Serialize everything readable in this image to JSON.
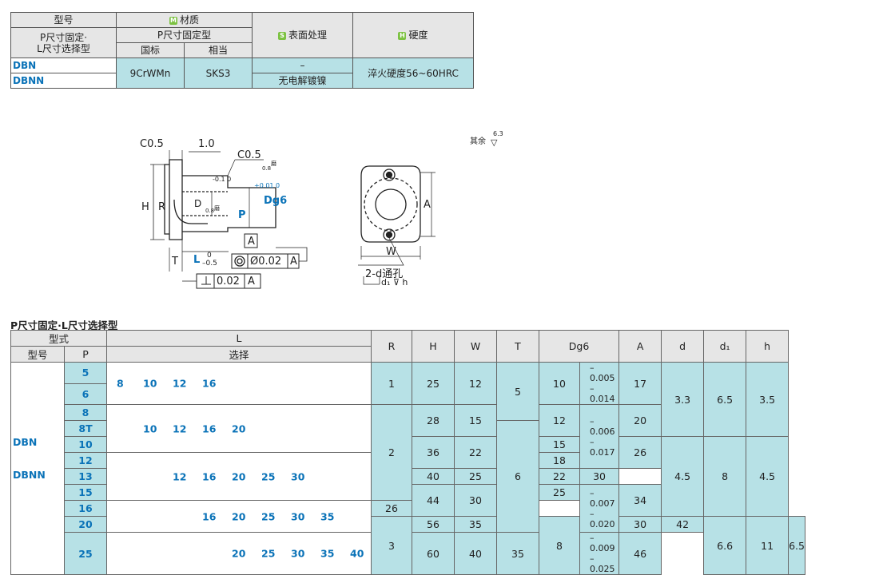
{
  "material_table": {
    "h_model": "型号",
    "h_model_sub1": "P尺寸固定·",
    "h_model_sub2": "L尺寸选择型",
    "h_material": "材质",
    "h_material_badge": "M",
    "h_ptype": "P尺寸固定型",
    "h_gb": "国标",
    "h_equiv": "相当",
    "h_surface": "表面处理",
    "h_surface_badge": "S",
    "h_hardness": "硬度",
    "h_hardness_badge": "H",
    "row1_model": "DBN",
    "row2_model": "DBNN",
    "gb_val": "9CrWMn",
    "equiv_val": "SKS3",
    "surface_row1": "–",
    "surface_row2": "无电解镀镍",
    "hardness_val": "淬火硬度56~60HRC"
  },
  "drawing": {
    "c05_left": "C0.5",
    "dim_10": "1.0",
    "c05_right": "C0.5",
    "label_H": "H",
    "label_R": "R",
    "label_D": "D",
    "label_D_tol": "-0.1 0",
    "label_P": "P",
    "label_P_tol": "+0.01 0",
    "label_Dg6": "Dg6",
    "label_A_box": "A",
    "label_T": "T",
    "label_L": "L",
    "label_L_tol_top": "0",
    "label_L_tol_bot": "–0.5",
    "concentric": "Ø0.02",
    "concentric_ref": "A",
    "perp": "0.02",
    "perp_ref": "A",
    "rough_08a": "0.8",
    "rough_08b": "0.8",
    "rough_label_a": "磨",
    "rough_label_b": "磨",
    "other_rough": "其余",
    "other_rough_val": "6.3",
    "label_Av": "A",
    "label_W": "W",
    "hole_note": "2-d通孔",
    "cbore_note": "d₁ ⊽ h"
  },
  "section_title": "P尺寸固定·L尺寸选择型",
  "main_table": {
    "h_type": "型式",
    "h_model": "型号",
    "h_P": "P",
    "h_L": "L",
    "h_L_sub": "选择",
    "h_R": "R",
    "h_H": "H",
    "h_W": "W",
    "h_T": "T",
    "h_Dg6": "Dg6",
    "h_A": "A",
    "h_d": "d",
    "h_d1": "d₁",
    "h_h": "h",
    "model1": "DBN",
    "model2": "DBNN",
    "p_values": [
      "5",
      "6",
      "8",
      "8T",
      "10",
      "12",
      "13",
      "15",
      "16",
      "20",
      "25"
    ],
    "l_groups": [
      [
        "8",
        "10",
        "12",
        "16"
      ],
      [
        "10",
        "12",
        "16",
        "20"
      ],
      [
        "12",
        "16",
        "20",
        "25",
        "30"
      ],
      [
        "16",
        "20",
        "25",
        "30",
        "35"
      ],
      [
        "20",
        "25",
        "30",
        "35",
        "40"
      ]
    ],
    "R": [
      "1",
      "2",
      "3"
    ],
    "H": [
      "25",
      "28",
      "36",
      "40",
      "44",
      "56",
      "60"
    ],
    "W": [
      "12",
      "15",
      "22",
      "25",
      "30",
      "35",
      "40"
    ],
    "T": [
      "5",
      "6",
      "8"
    ],
    "D": [
      "10",
      "12",
      "15",
      "18",
      "22",
      "25",
      "26",
      "30",
      "35"
    ],
    "D_tol": [
      [
        "– 0.005",
        "– 0.014"
      ],
      [
        "– 0.006",
        "– 0.017"
      ],
      [
        "– 0.007",
        "– 0.020"
      ],
      [
        "– 0.009",
        "– 0.025"
      ]
    ],
    "A": [
      "17",
      "20",
      "26",
      "30",
      "34",
      "42",
      "46"
    ],
    "d": [
      "3.3",
      "4.5",
      "6.6"
    ],
    "d1": [
      "6.5",
      "8",
      "11"
    ],
    "h": [
      "3.5",
      "4.5",
      "6.5"
    ]
  }
}
